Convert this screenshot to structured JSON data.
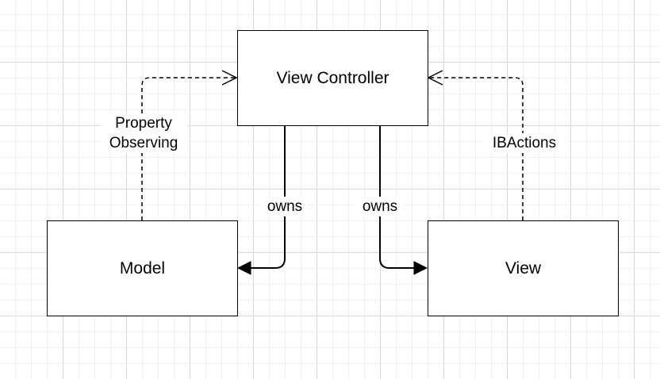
{
  "diagram": {
    "nodes": {
      "view_controller": "View Controller",
      "model": "Model",
      "view": "View"
    },
    "edges": {
      "model_to_vc": {
        "label_line1": "Property",
        "label_line2": "Observing",
        "style": "dashed",
        "arrow": "open"
      },
      "view_to_vc": {
        "label": "IBActions",
        "style": "dashed",
        "arrow": "open"
      },
      "vc_to_model": {
        "label": "owns",
        "style": "solid",
        "arrow": "filled"
      },
      "vc_to_view": {
        "label": "owns",
        "style": "solid",
        "arrow": "filled"
      }
    }
  }
}
